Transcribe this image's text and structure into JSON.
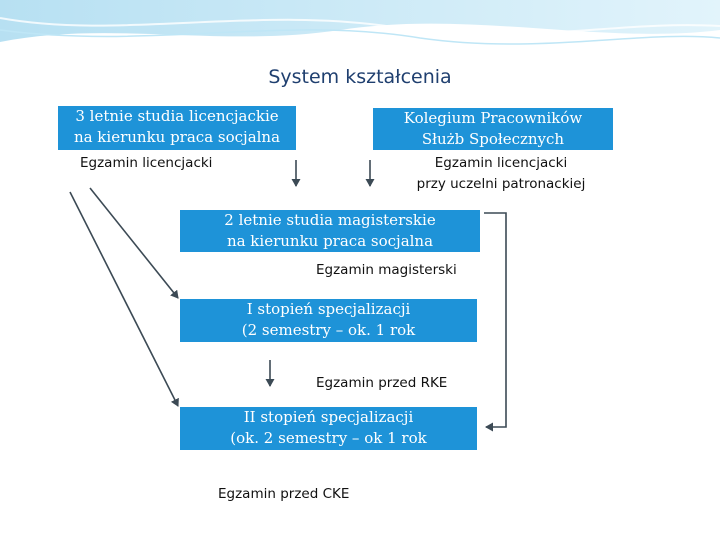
{
  "title": "System kształcenia",
  "boxes": {
    "licencjat": [
      "3 letnie studia licencjackie",
      "na kierunku praca socjalna"
    ],
    "kolegium": [
      "Kolegium  Pracowników",
      "Służb Społecznych"
    ],
    "magisterskie": [
      "2 letnie studia magisterskie",
      "na kierunku  praca socjalna"
    ],
    "spec1": [
      "I stopień specjalizacji",
      "(2 semestry – ok. 1 rok"
    ],
    "spec2": [
      "II stopień specjalizacji",
      "(ok.  2 semestry – ok 1 rok"
    ]
  },
  "labels": {
    "egz_lic_1": "Egzamin licencjacki",
    "egz_lic_2": [
      "Egzamin licencjacki",
      "przy uczelni patronackiej"
    ],
    "egz_mag": "Egzamin magisterski",
    "egz_rke": "Egzamin przed RKE",
    "egz_cke": "Egzamin przed CKE"
  },
  "colors": {
    "box_fill": "#1e93d8",
    "box_text": "#ffffff",
    "title": "#1f3f6f",
    "arrow": "#3c4a55"
  }
}
